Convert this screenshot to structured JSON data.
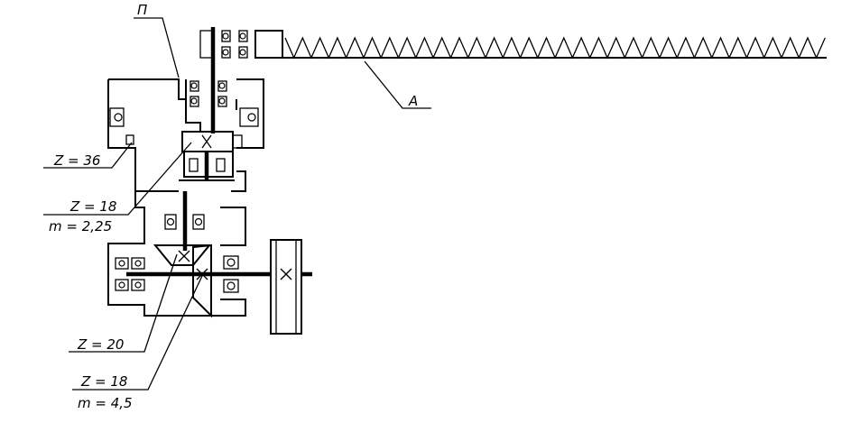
{
  "labels": {
    "P": "П",
    "A": "A",
    "z36": "Z = 36",
    "z18a": "Z = 18",
    "m225": "m = 2,25",
    "z20": "Z = 20",
    "z18b": "Z = 18",
    "m45": "m = 4,5"
  },
  "colors": {
    "line": "#000000",
    "background": "#ffffff"
  }
}
